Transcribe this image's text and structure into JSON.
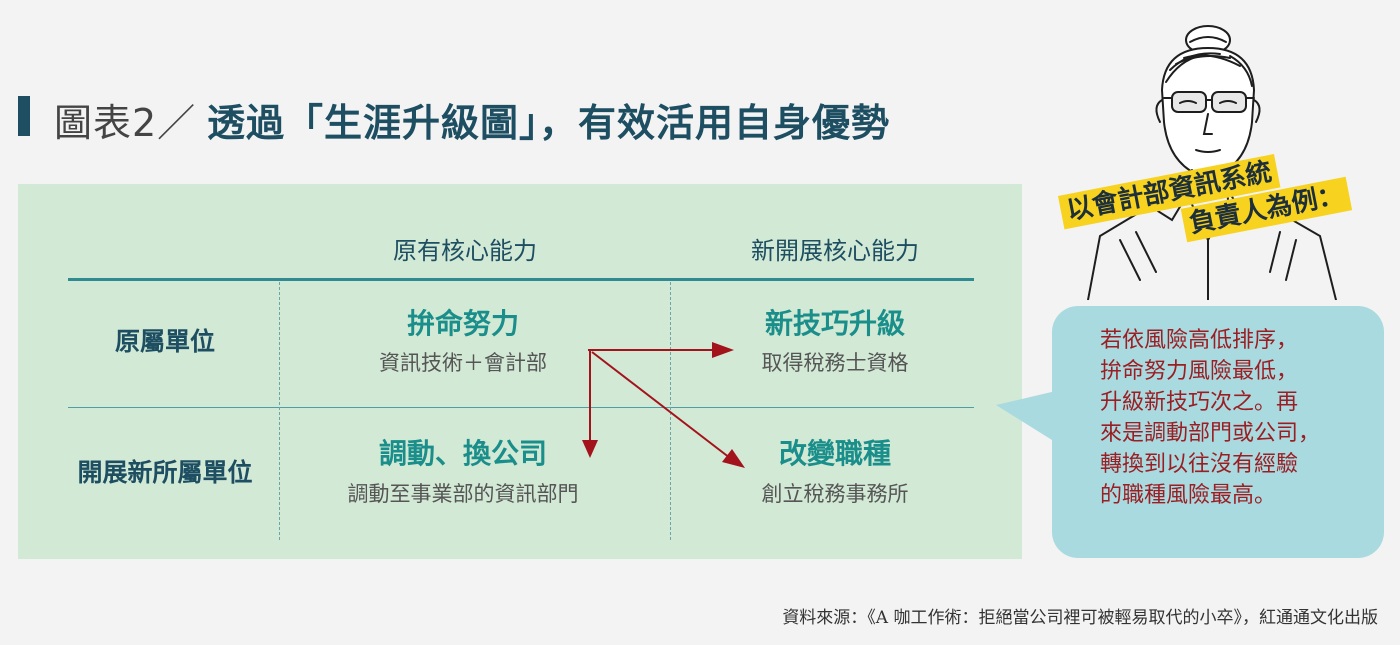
{
  "title": {
    "prefix": "圖表2／",
    "main": "透過「生涯升級圖」，有效活用自身優勢"
  },
  "table": {
    "col_headers": [
      "原有核心能力",
      "新開展核心能力"
    ],
    "row_headers": [
      "原屬單位",
      "開展新所屬單位"
    ],
    "cells": [
      {
        "title": "拚命努力",
        "sub": "資訊技術＋會計部"
      },
      {
        "title": "新技巧升級",
        "sub": "取得稅務士資格"
      },
      {
        "title": "調動、換公司",
        "sub": "調動至事業部的資訊部門"
      },
      {
        "title": "改變職種",
        "sub": "創立稅務事務所"
      }
    ]
  },
  "character_label": {
    "line1": "以會計部資訊系統",
    "line2": "負責人為例："
  },
  "bubble": {
    "lines": [
      "若依風險高低排序，",
      "拚命努力風險最低，",
      "升級新技巧次之。再",
      "來是調動部門或公司，",
      "轉換到以往沒有經驗",
      "的職種風險最高。"
    ]
  },
  "source": "資料來源：《A 咖工作術：拒絕當公司裡可被輕易取代的小卒》，紅通通文化出版",
  "colors": {
    "panel": "#d2e9d6",
    "navy": "#1d4e61",
    "teal": "#1a8e8a",
    "arrow": "#a3131b",
    "bubble": "#a9dadf",
    "tag": "#f7d21e"
  }
}
